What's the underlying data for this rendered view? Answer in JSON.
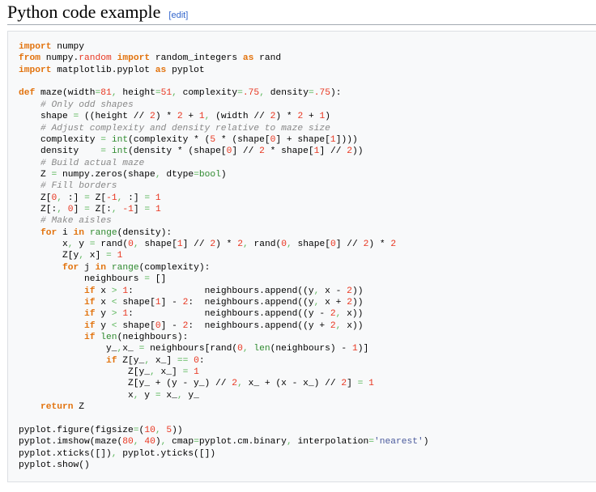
{
  "section": {
    "title": "Python code example",
    "edit_label": "[edit]"
  },
  "code_lines": [
    [
      [
        "k",
        "import"
      ],
      [
        "t",
        " numpy"
      ]
    ],
    [
      [
        "k",
        "from"
      ],
      [
        "t",
        " numpy."
      ],
      [
        "r",
        "random"
      ],
      [
        "t",
        " "
      ],
      [
        "k",
        "import"
      ],
      [
        "t",
        " random_integers "
      ],
      [
        "k",
        "as"
      ],
      [
        "t",
        " rand"
      ]
    ],
    [
      [
        "k",
        "import"
      ],
      [
        "t",
        " matplotlib.pyplot "
      ],
      [
        "k",
        "as"
      ],
      [
        "t",
        " pyplot"
      ]
    ],
    [],
    [
      [
        "k",
        "def"
      ],
      [
        "t",
        " maze(width"
      ],
      [
        "o",
        "="
      ],
      [
        "n",
        "81"
      ],
      [
        "o",
        ","
      ],
      [
        "t",
        " height"
      ],
      [
        "o",
        "="
      ],
      [
        "n",
        "51"
      ],
      [
        "o",
        ","
      ],
      [
        "t",
        " complexity"
      ],
      [
        "o",
        "="
      ],
      [
        "n",
        ".75"
      ],
      [
        "o",
        ","
      ],
      [
        "t",
        " density"
      ],
      [
        "o",
        "="
      ],
      [
        "n",
        ".75"
      ],
      [
        "t",
        "):"
      ]
    ],
    [
      [
        "t",
        "    "
      ],
      [
        "c",
        "# Only odd shapes"
      ]
    ],
    [
      [
        "t",
        "    shape "
      ],
      [
        "o",
        "="
      ],
      [
        "t",
        " ((height // "
      ],
      [
        "n",
        "2"
      ],
      [
        "t",
        ") * "
      ],
      [
        "n",
        "2"
      ],
      [
        "t",
        " + "
      ],
      [
        "n",
        "1"
      ],
      [
        "o",
        ","
      ],
      [
        "t",
        " (width // "
      ],
      [
        "n",
        "2"
      ],
      [
        "t",
        ") * "
      ],
      [
        "n",
        "2"
      ],
      [
        "t",
        " + "
      ],
      [
        "n",
        "1"
      ],
      [
        "t",
        ")"
      ]
    ],
    [
      [
        "t",
        "    "
      ],
      [
        "c",
        "# Adjust complexity and density relative to maze size"
      ]
    ],
    [
      [
        "t",
        "    complexity "
      ],
      [
        "o",
        "="
      ],
      [
        "t",
        " "
      ],
      [
        "b",
        "int"
      ],
      [
        "t",
        "(complexity * ("
      ],
      [
        "n",
        "5"
      ],
      [
        "t",
        " * (shape["
      ],
      [
        "n",
        "0"
      ],
      [
        "t",
        "] + shape["
      ],
      [
        "n",
        "1"
      ],
      [
        "t",
        "])))"
      ]
    ],
    [
      [
        "t",
        "    density    "
      ],
      [
        "o",
        "="
      ],
      [
        "t",
        " "
      ],
      [
        "b",
        "int"
      ],
      [
        "t",
        "(density * (shape["
      ],
      [
        "n",
        "0"
      ],
      [
        "t",
        "] // "
      ],
      [
        "n",
        "2"
      ],
      [
        "t",
        " * shape["
      ],
      [
        "n",
        "1"
      ],
      [
        "t",
        "] // "
      ],
      [
        "n",
        "2"
      ],
      [
        "t",
        "))"
      ]
    ],
    [
      [
        "t",
        "    "
      ],
      [
        "c",
        "# Build actual maze"
      ]
    ],
    [
      [
        "t",
        "    Z "
      ],
      [
        "o",
        "="
      ],
      [
        "t",
        " numpy.zeros(shape"
      ],
      [
        "o",
        ","
      ],
      [
        "t",
        " dtype"
      ],
      [
        "o",
        "="
      ],
      [
        "b",
        "bool"
      ],
      [
        "t",
        ")"
      ]
    ],
    [
      [
        "t",
        "    "
      ],
      [
        "c",
        "# Fill borders"
      ]
    ],
    [
      [
        "t",
        "    Z["
      ],
      [
        "n",
        "0"
      ],
      [
        "o",
        ","
      ],
      [
        "t",
        " :] "
      ],
      [
        "o",
        "="
      ],
      [
        "t",
        " Z["
      ],
      [
        "n",
        "-1"
      ],
      [
        "o",
        ","
      ],
      [
        "t",
        " :] "
      ],
      [
        "o",
        "="
      ],
      [
        "t",
        " "
      ],
      [
        "n",
        "1"
      ]
    ],
    [
      [
        "t",
        "    Z[:"
      ],
      [
        "o",
        ","
      ],
      [
        "t",
        " "
      ],
      [
        "n",
        "0"
      ],
      [
        "t",
        "] "
      ],
      [
        "o",
        "="
      ],
      [
        "t",
        " Z[:"
      ],
      [
        "o",
        ","
      ],
      [
        "t",
        " "
      ],
      [
        "n",
        "-1"
      ],
      [
        "t",
        "] "
      ],
      [
        "o",
        "="
      ],
      [
        "t",
        " "
      ],
      [
        "n",
        "1"
      ]
    ],
    [
      [
        "t",
        "    "
      ],
      [
        "c",
        "# Make aisles"
      ]
    ],
    [
      [
        "t",
        "    "
      ],
      [
        "k",
        "for"
      ],
      [
        "t",
        " i "
      ],
      [
        "k",
        "in"
      ],
      [
        "t",
        " "
      ],
      [
        "b",
        "range"
      ],
      [
        "t",
        "(density):"
      ]
    ],
    [
      [
        "t",
        "        x"
      ],
      [
        "o",
        ","
      ],
      [
        "t",
        " y "
      ],
      [
        "o",
        "="
      ],
      [
        "t",
        " rand("
      ],
      [
        "n",
        "0"
      ],
      [
        "o",
        ","
      ],
      [
        "t",
        " shape["
      ],
      [
        "n",
        "1"
      ],
      [
        "t",
        "] // "
      ],
      [
        "n",
        "2"
      ],
      [
        "t",
        ") * "
      ],
      [
        "n",
        "2"
      ],
      [
        "o",
        ","
      ],
      [
        "t",
        " rand("
      ],
      [
        "n",
        "0"
      ],
      [
        "o",
        ","
      ],
      [
        "t",
        " shape["
      ],
      [
        "n",
        "0"
      ],
      [
        "t",
        "] // "
      ],
      [
        "n",
        "2"
      ],
      [
        "t",
        ") * "
      ],
      [
        "n",
        "2"
      ]
    ],
    [
      [
        "t",
        "        Z[y"
      ],
      [
        "o",
        ","
      ],
      [
        "t",
        " x] "
      ],
      [
        "o",
        "="
      ],
      [
        "t",
        " "
      ],
      [
        "n",
        "1"
      ]
    ],
    [
      [
        "t",
        "        "
      ],
      [
        "k",
        "for"
      ],
      [
        "t",
        " j "
      ],
      [
        "k",
        "in"
      ],
      [
        "t",
        " "
      ],
      [
        "b",
        "range"
      ],
      [
        "t",
        "(complexity):"
      ]
    ],
    [
      [
        "t",
        "            neighbours "
      ],
      [
        "o",
        "="
      ],
      [
        "t",
        " []"
      ]
    ],
    [
      [
        "t",
        "            "
      ],
      [
        "k",
        "if"
      ],
      [
        "t",
        " x "
      ],
      [
        "o",
        ">"
      ],
      [
        "t",
        " "
      ],
      [
        "n",
        "1"
      ],
      [
        "t",
        ":             neighbours.append((y"
      ],
      [
        "o",
        ","
      ],
      [
        "t",
        " x - "
      ],
      [
        "n",
        "2"
      ],
      [
        "t",
        "))"
      ]
    ],
    [
      [
        "t",
        "            "
      ],
      [
        "k",
        "if"
      ],
      [
        "t",
        " x "
      ],
      [
        "o",
        "<"
      ],
      [
        "t",
        " shape["
      ],
      [
        "n",
        "1"
      ],
      [
        "t",
        "] - "
      ],
      [
        "n",
        "2"
      ],
      [
        "t",
        ":  neighbours.append((y"
      ],
      [
        "o",
        ","
      ],
      [
        "t",
        " x + "
      ],
      [
        "n",
        "2"
      ],
      [
        "t",
        "))"
      ]
    ],
    [
      [
        "t",
        "            "
      ],
      [
        "k",
        "if"
      ],
      [
        "t",
        " y "
      ],
      [
        "o",
        ">"
      ],
      [
        "t",
        " "
      ],
      [
        "n",
        "1"
      ],
      [
        "t",
        ":             neighbours.append((y - "
      ],
      [
        "n",
        "2"
      ],
      [
        "o",
        ","
      ],
      [
        "t",
        " x))"
      ]
    ],
    [
      [
        "t",
        "            "
      ],
      [
        "k",
        "if"
      ],
      [
        "t",
        " y "
      ],
      [
        "o",
        "<"
      ],
      [
        "t",
        " shape["
      ],
      [
        "n",
        "0"
      ],
      [
        "t",
        "] - "
      ],
      [
        "n",
        "2"
      ],
      [
        "t",
        ":  neighbours.append((y + "
      ],
      [
        "n",
        "2"
      ],
      [
        "o",
        ","
      ],
      [
        "t",
        " x))"
      ]
    ],
    [
      [
        "t",
        "            "
      ],
      [
        "k",
        "if"
      ],
      [
        "t",
        " "
      ],
      [
        "b",
        "len"
      ],
      [
        "t",
        "(neighbours):"
      ]
    ],
    [
      [
        "t",
        "                y_"
      ],
      [
        "o",
        ","
      ],
      [
        "t",
        "x_ "
      ],
      [
        "o",
        "="
      ],
      [
        "t",
        " neighbours[rand("
      ],
      [
        "n",
        "0"
      ],
      [
        "o",
        ","
      ],
      [
        "t",
        " "
      ],
      [
        "b",
        "len"
      ],
      [
        "t",
        "(neighbours) - "
      ],
      [
        "n",
        "1"
      ],
      [
        "t",
        ")]"
      ]
    ],
    [
      [
        "t",
        "                "
      ],
      [
        "k",
        "if"
      ],
      [
        "t",
        " Z[y_"
      ],
      [
        "o",
        ","
      ],
      [
        "t",
        " x_] "
      ],
      [
        "o",
        "=="
      ],
      [
        "t",
        " "
      ],
      [
        "n",
        "0"
      ],
      [
        "t",
        ":"
      ]
    ],
    [
      [
        "t",
        "                    Z[y_"
      ],
      [
        "o",
        ","
      ],
      [
        "t",
        " x_] "
      ],
      [
        "o",
        "="
      ],
      [
        "t",
        " "
      ],
      [
        "n",
        "1"
      ]
    ],
    [
      [
        "t",
        "                    Z[y_ + (y - y_) // "
      ],
      [
        "n",
        "2"
      ],
      [
        "o",
        ","
      ],
      [
        "t",
        " x_ + (x - x_) // "
      ],
      [
        "n",
        "2"
      ],
      [
        "t",
        "] "
      ],
      [
        "o",
        "="
      ],
      [
        "t",
        " "
      ],
      [
        "n",
        "1"
      ]
    ],
    [
      [
        "t",
        "                    x"
      ],
      [
        "o",
        ","
      ],
      [
        "t",
        " y "
      ],
      [
        "o",
        "="
      ],
      [
        "t",
        " x_"
      ],
      [
        "o",
        ","
      ],
      [
        "t",
        " y_"
      ]
    ],
    [
      [
        "t",
        "    "
      ],
      [
        "k",
        "return"
      ],
      [
        "t",
        " Z"
      ]
    ],
    [],
    [
      [
        "t",
        "pyplot.figure(figsize"
      ],
      [
        "o",
        "="
      ],
      [
        "t",
        "("
      ],
      [
        "n",
        "10"
      ],
      [
        "o",
        ","
      ],
      [
        "t",
        " "
      ],
      [
        "n",
        "5"
      ],
      [
        "t",
        "))"
      ]
    ],
    [
      [
        "t",
        "pyplot.imshow(maze("
      ],
      [
        "n",
        "80"
      ],
      [
        "o",
        ","
      ],
      [
        "t",
        " "
      ],
      [
        "n",
        "40"
      ],
      [
        "t",
        ")"
      ],
      [
        "o",
        ","
      ],
      [
        "t",
        " cmap"
      ],
      [
        "o",
        "="
      ],
      [
        "t",
        "pyplot.cm.binary"
      ],
      [
        "o",
        ","
      ],
      [
        "t",
        " interpolation"
      ],
      [
        "o",
        "="
      ],
      [
        "s",
        "'nearest'"
      ],
      [
        "t",
        ")"
      ]
    ],
    [
      [
        "t",
        "pyplot.xticks([])"
      ],
      [
        "o",
        ","
      ],
      [
        "t",
        " pyplot.yticks([])"
      ]
    ],
    [
      [
        "t",
        "pyplot.show()"
      ]
    ]
  ]
}
